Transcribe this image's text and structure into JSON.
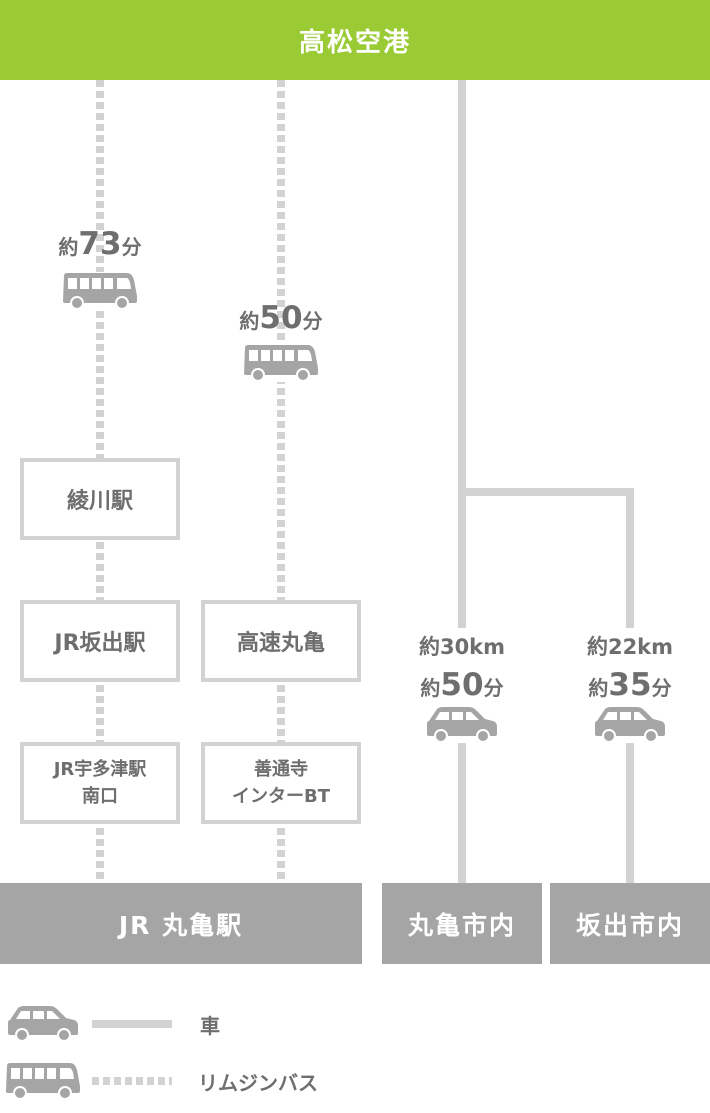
{
  "header": {
    "title": "高松空港",
    "color": "#9acb34"
  },
  "colors": {
    "line": "#d2d2d2",
    "vehicle": "#a5a5a5",
    "text": "#6e6e6e",
    "dest_bg": "#a5a5a5"
  },
  "routes": {
    "bus_a": {
      "prefix": "約",
      "minutes": "73",
      "unit": "分",
      "icon": "bus-icon"
    },
    "bus_b": {
      "prefix": "約",
      "minutes": "50",
      "unit": "分",
      "icon": "bus-icon"
    },
    "car_a": {
      "distance": "約30km",
      "prefix": "約",
      "minutes": "50",
      "unit": "分",
      "icon": "car-icon"
    },
    "car_b": {
      "distance": "約22km",
      "prefix": "約",
      "minutes": "35",
      "unit": "分",
      "icon": "car-icon"
    }
  },
  "stations": {
    "ayagawa": "綾川駅",
    "jr_sakaide": "JR坂出駅",
    "jr_utazu_1": "JR宇多津駅",
    "jr_utazu_2": "南口",
    "kosoku_marugame": "高速丸亀",
    "zentsuji_1": "善通寺",
    "zentsuji_2": "インターBT"
  },
  "destinations": {
    "jr_marugame": "JR 丸亀駅",
    "marugame_city": "丸亀市内",
    "sakaide_city": "坂出市内"
  },
  "legend": {
    "car_label": "車",
    "bus_label": "リムジンバス"
  }
}
